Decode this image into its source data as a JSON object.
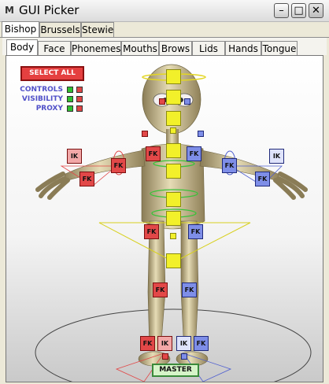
{
  "window": {
    "title": "GUI Picker",
    "icon": "maya-icon",
    "buttons": [
      "minimize-icon",
      "maximize-icon",
      "close-icon"
    ]
  },
  "character_tabs": [
    "Bishop",
    "Brussels",
    "Stewie"
  ],
  "active_character_tab": "Bishop",
  "section_tabs": [
    "Body",
    "Face",
    "Phonemes",
    "Mouths",
    "Brows",
    "Lids",
    "Hands",
    "Tongue"
  ],
  "active_section_tab": "Body",
  "picker": {
    "select_all_label": "SELECT ALL",
    "legend": [
      {
        "label": "CONTROLS",
        "left_color": "#2fbf2f",
        "right_color": "#e04545"
      },
      {
        "label": "VISIBILITY",
        "left_color": "#2fbf2f",
        "right_color": "#e04545"
      },
      {
        "label": "PROXY",
        "left_color": "#2fbf2f",
        "right_color": "#e04545"
      }
    ],
    "controls": {
      "ik_label": "IK",
      "fk_label": "FK",
      "master_label": "MASTER"
    },
    "colors": {
      "left_side": "#e24848",
      "right_side": "#7e8ee8",
      "center": "#f2f02a",
      "master": "#d6f4c8"
    }
  }
}
